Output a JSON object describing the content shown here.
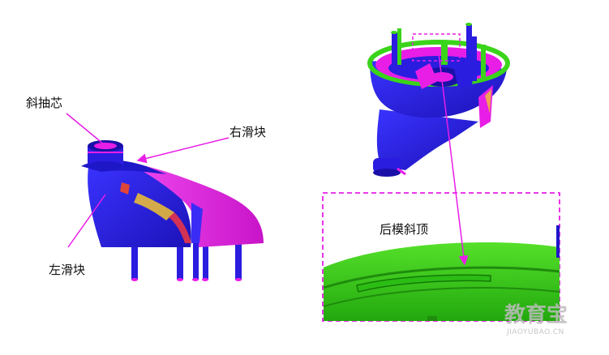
{
  "labels": {
    "oblique_core": "斜抽芯",
    "right_slider": "右滑块",
    "left_slider": "左滑块",
    "rear_lifter": "后模斜顶"
  },
  "watermark": {
    "brand": "教育宝",
    "url": "JIAOYUBAO.CN"
  },
  "colors": {
    "part_blue": "#2a1de0",
    "part_magenta": "#e81ee6",
    "insert_green": "#3ad41a",
    "callout": "#e81ee6",
    "dashed_box": "#e81ee6"
  }
}
